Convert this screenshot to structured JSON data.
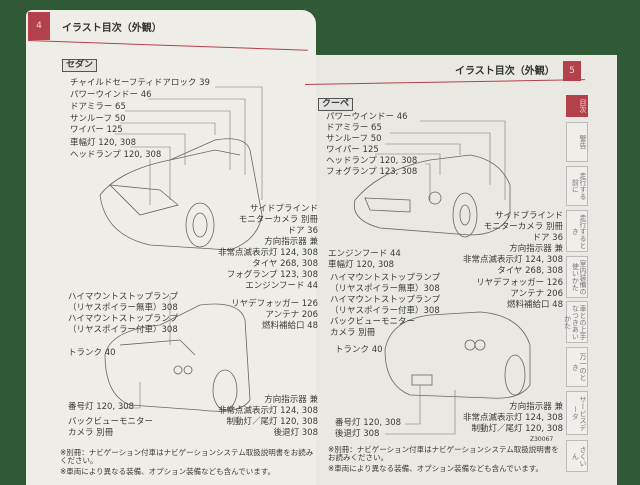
{
  "left_page": {
    "page_number": "4",
    "header": "イラスト目次（外観）",
    "section": "セダン",
    "front_labels": [
      "チャイルドセーフティドアロック 39",
      "パワーウインドー 46",
      "ドアミラー 65",
      "サンルーフ 50",
      "ワイパー 125",
      "車幅灯 120, 308",
      "ヘッドランプ 120, 308"
    ],
    "front_right_labels": [
      "サイドブラインド",
      "モニターカメラ 別冊",
      "ドア 36",
      "方向指示器 兼",
      "非常点滅表示灯 124, 308",
      "タイヤ 268, 308",
      "フォグランプ 123, 308",
      "エンジンフード 44"
    ],
    "rear_left_labels": [
      "ハイマウントストップランプ",
      "（リヤスポイラー無車）308",
      "ハイマウントストップランプ",
      "（リヤスポイラー付車）308",
      "トランク 40",
      "番号灯 120, 308",
      "バックビューモニター",
      "カメラ 別冊"
    ],
    "rear_right_labels": [
      "リヤデフォッガー 126",
      "アンテナ 206",
      "燃料補給口 48",
      "方向指示器 兼",
      "非常点滅表示灯 124, 308",
      "制動灯／尾灯 120, 308",
      "後退灯 308"
    ],
    "footnotes": [
      "※別冊：ナビゲーション付車はナビゲーションシステム取扱説明書をお読みください。",
      "※車両により異なる装備、オプション装備なども含んでいます。"
    ]
  },
  "right_page": {
    "page_number": "5",
    "header": "イラスト目次（外観）",
    "section": "クーペ",
    "front_labels": [
      "パワーウインドー 46",
      "ドアミラー 65",
      "サンルーフ 50",
      "ワイパー 125",
      "ヘッドランプ 120, 308",
      "フォグランプ 123, 308"
    ],
    "front_right_labels": [
      "サイドブラインド",
      "モニターカメラ 別冊",
      "ドア 36",
      "方向指示器 兼",
      "非常点滅表示灯 124, 308",
      "タイヤ 268, 308"
    ],
    "mid_left_labels": [
      "エンジンフード 44",
      "車幅灯 120, 308",
      "ハイマウントストップランプ",
      "（リヤスポイラー無車）308",
      "ハイマウントストップランプ",
      "（リヤスポイラー付車）308",
      "バックビューモニター",
      "カメラ 別冊",
      "トランク 40"
    ],
    "rear_right_labels": [
      "リヤデフォッガー 126",
      "アンテナ 206",
      "燃料補給口 48",
      "方向指示器 兼",
      "非常点滅表示灯 124, 308"
    ],
    "bottom_labels": [
      "番号灯 120, 308",
      "制動灯／尾灯 120, 308",
      "後退灯 308"
    ],
    "figure_code": "Z30067",
    "footnotes": [
      "※別冊：ナビゲーション付車はナビゲーションシステム取扱説明書をお読みください。",
      "※車両により異なる装備、オプション装備なども含んでいます。"
    ],
    "side_tabs": [
      "目次",
      "警告",
      "走行する前に",
      "走行するとき",
      "室内装備の使いかた",
      "車との上手なつきあいかた",
      "万一のとき",
      "サービスデータ",
      "さくいん"
    ]
  },
  "colors": {
    "accent": "#b3414a",
    "background": "#2f5a35",
    "paper": "#eeede8"
  }
}
